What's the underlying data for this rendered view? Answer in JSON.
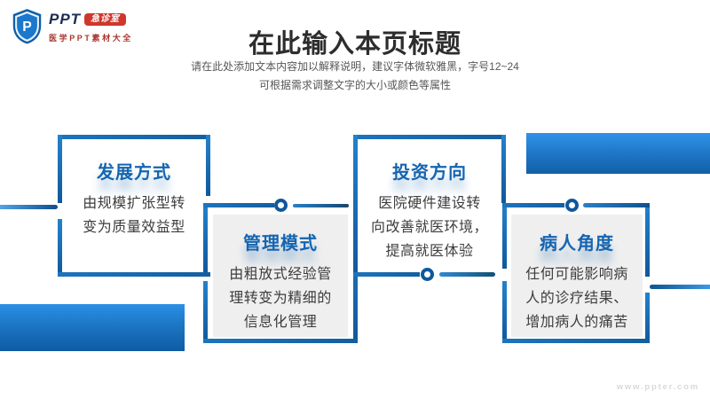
{
  "logo": {
    "brand": "PPT",
    "badge": "急诊室",
    "subtitle": "医学PPT素材大全",
    "icon_letter": "P"
  },
  "header": {
    "title": "在此输入本页标题",
    "subtitle_line1": "请在此处添加文本内容加以解释说明，建议字体微软雅黑，字号12~24",
    "subtitle_line2": "可根据需求调整文字的大小或颜色等属性"
  },
  "boxes": [
    {
      "title": "发展方式",
      "body": "由规模扩张型转\n变为质量效益型"
    },
    {
      "title": "管理模式",
      "body": "由粗放式经验管\n理转变为精细的\n信息化管理"
    },
    {
      "title": "投资方向",
      "body": "医院硬件建设转\n向改善就医环境，\n提高就医体验"
    },
    {
      "title": "病人角度",
      "body": "任何可能影响病\n人的诊疗结果、\n增加病人的痛苦"
    }
  ],
  "watermark": "www.ppter.com",
  "colors": {
    "accent": "#1769b1",
    "accent_bright": "#2f93e8",
    "accent_dark": "#11569a",
    "title_blue": "#1565b0",
    "box_gray": "#efefef",
    "badge_red": "#cf372c"
  }
}
